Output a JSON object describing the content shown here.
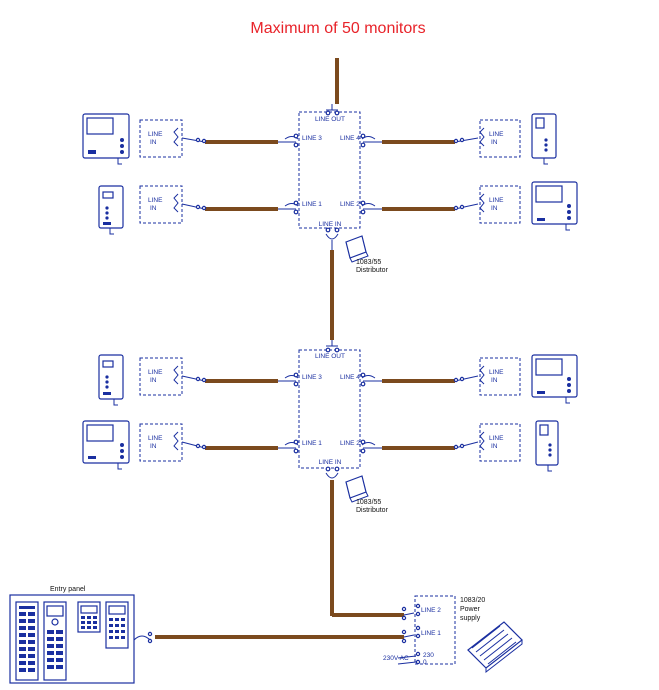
{
  "title": "Maximum of 50 monitors",
  "labels": {
    "line_out": "LINE OUT",
    "line_in": "LINE IN",
    "line1": "LINE 1",
    "line2": "LINE 2",
    "line3": "LINE 3",
    "line4": "LINE 4",
    "line_in_stack_1": "LINE",
    "line_in_stack_2": "IN"
  },
  "distributor": {
    "code": "1083/55",
    "name": "Distributor"
  },
  "power_supply": {
    "code": "1083/20",
    "name_1": "Power",
    "name_2": "supply",
    "ac_label": "230V AC",
    "terminal_230": "230",
    "terminal_0": "0"
  },
  "entry_panel": {
    "label": "Entry panel"
  },
  "colors": {
    "title": "#e8232a",
    "diagram": "#1a2fa0",
    "cable": "#7b4a1e"
  }
}
